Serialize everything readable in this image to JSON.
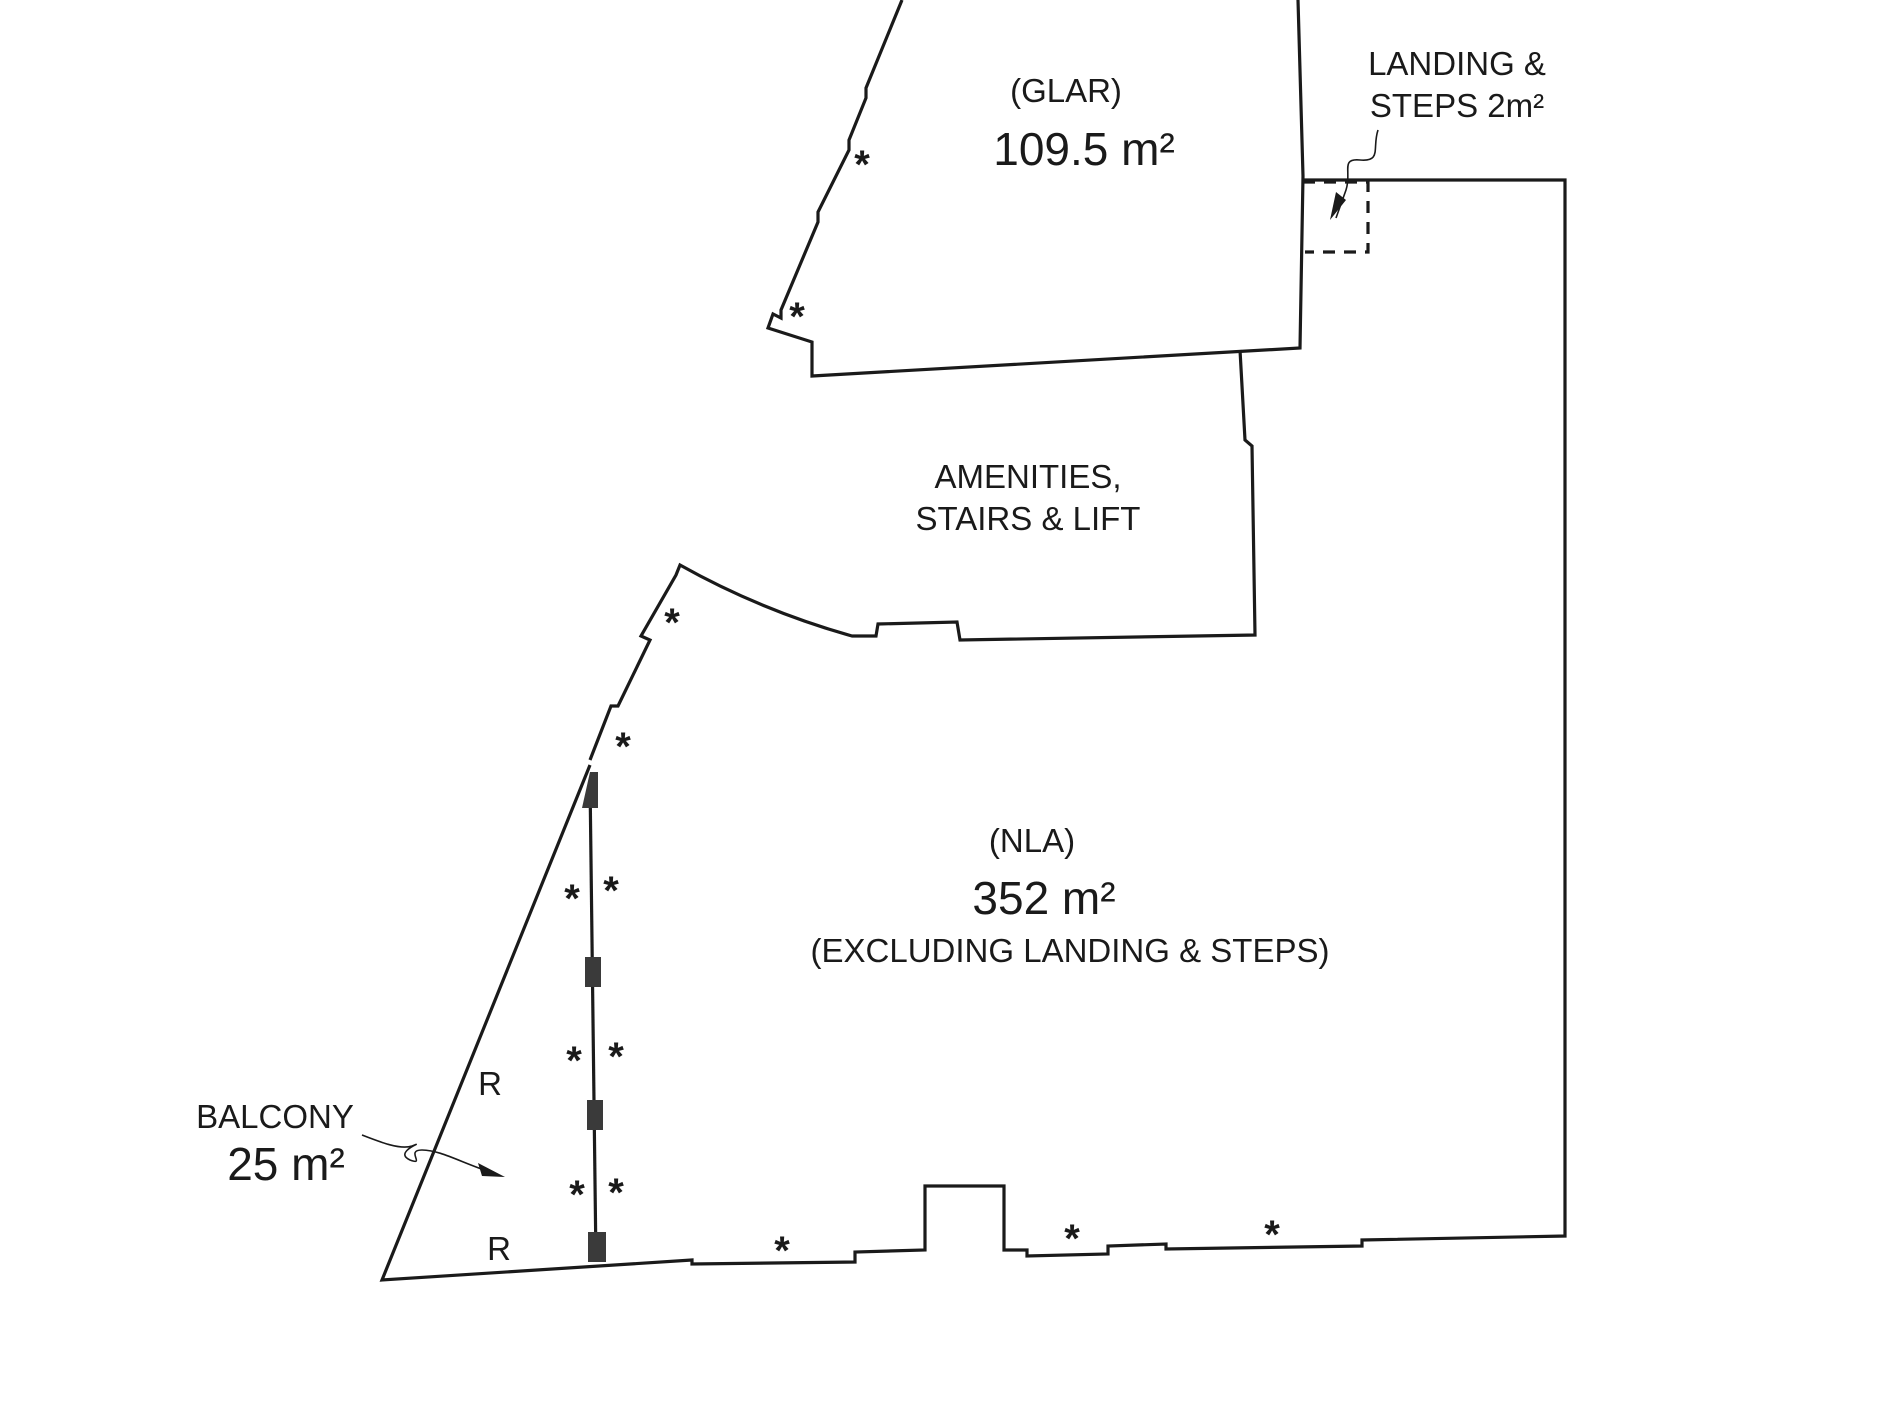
{
  "glar": {
    "tag": "(GLAR)",
    "area": "109.5 m²"
  },
  "landing": {
    "line1": "LANDING &",
    "line2": "STEPS 2m²"
  },
  "amenities": {
    "line1": "AMENITIES,",
    "line2": "STAIRS & LIFT"
  },
  "nla": {
    "tag": "(NLA)",
    "area": "352 m²",
    "note": "(EXCLUDING LANDING & STEPS)"
  },
  "balcony": {
    "label": "BALCONY",
    "area": "25 m²"
  },
  "marks": {
    "asterisk": "*",
    "railing": "R"
  }
}
